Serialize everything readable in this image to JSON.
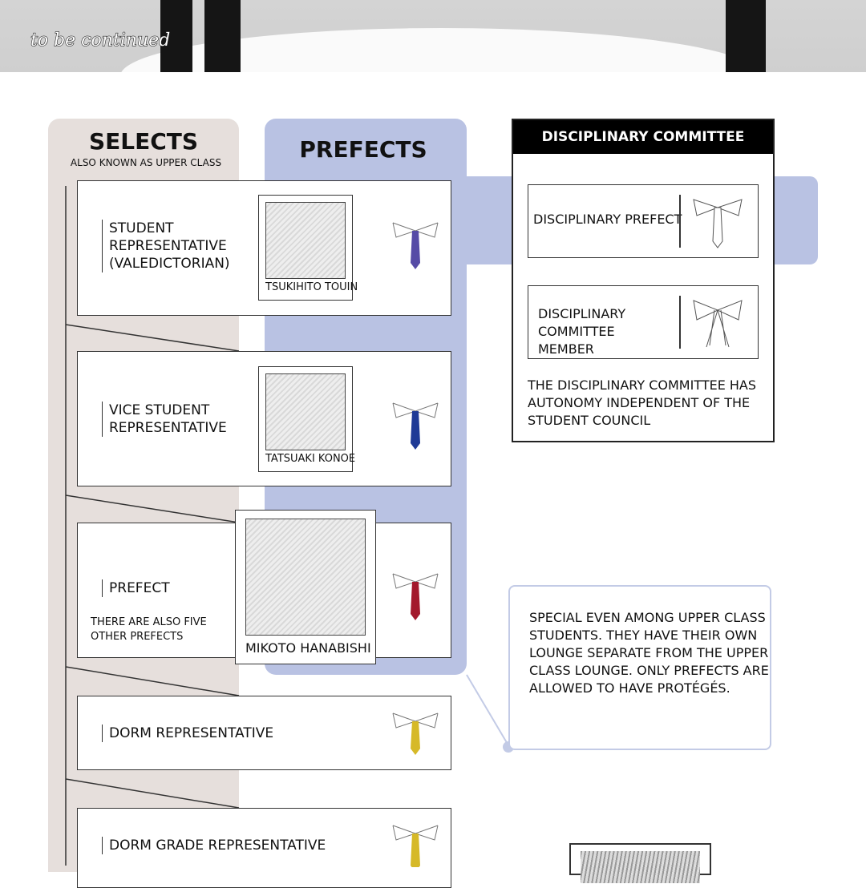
{
  "banner": {
    "caption": "to be continued"
  },
  "selects": {
    "title": "SELECTS",
    "subtitle": "ALSO KNOWN AS UPPER CLASS"
  },
  "prefects": {
    "title": "PREFECTS"
  },
  "roles": [
    {
      "label": "STUDENT REPRESENTATIVE (VALEDICTORIAN)",
      "character": "TSUKIHITO TOUIN",
      "tie_color": "#564ba6"
    },
    {
      "label": "VICE STUDENT REPRESENTATIVE",
      "character": "TATSUAKI KONOE",
      "tie_color": "#1e3a96"
    },
    {
      "label": "PREFECT",
      "note": "THERE ARE ALSO FIVE OTHER PREFECTS",
      "character": "MIKOTO HANABISHI",
      "tie_color": "#a3192c"
    },
    {
      "label": "DORM REPRESENTATIVE",
      "tie_color": "#d6b928"
    },
    {
      "label": "DORM GRADE REPRESENTATIVE",
      "tie_color": "#d6b928"
    }
  ],
  "disciplinary": {
    "title": "DISCIPLINARY COMMITTEE",
    "roles": [
      {
        "label": "DISCIPLINARY PREFECT"
      },
      {
        "label": "DISCIPLINARY COMMITTEE MEMBER"
      }
    ],
    "note": "THE DISCIPLINARY COMMITTEE HAS AUTONOMY INDEPENDENT OF THE STUDENT COUNCIL"
  },
  "callout": {
    "text": "SPECIAL EVEN AMONG UPPER CLASS STUDENTS. THEY HAVE THEIR OWN LOUNGE SEPARATE FROM THE UPPER CLASS LOUNGE. ONLY PREFECTS ARE ALLOWED TO HAVE PROTÉGÉS."
  }
}
